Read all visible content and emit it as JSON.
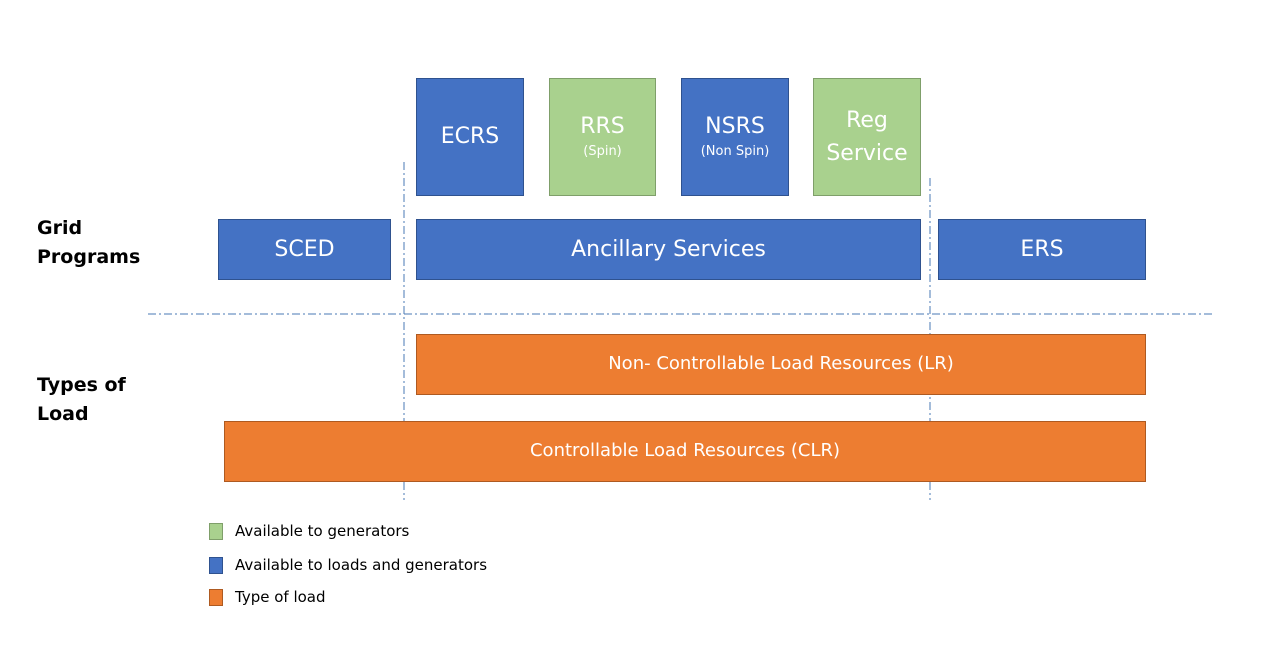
{
  "colors": {
    "blue": "#4472c4",
    "green": "#a9d18e",
    "orange": "#ed7d31",
    "divider": "#4a7ab5"
  },
  "labels": {
    "grid_programs": [
      "Grid",
      "Programs"
    ],
    "types_of_load": [
      "Types of",
      "Load"
    ]
  },
  "services": {
    "ecrs": {
      "name": "ECRS"
    },
    "rrs": {
      "name": "RRS",
      "sub": "(Spin)"
    },
    "nsrs": {
      "name": "NSRS",
      "sub": "(Non Spin)"
    },
    "reg": {
      "line1": "Reg",
      "line2": "Service"
    }
  },
  "programs": {
    "sced": "SCED",
    "ancillary": "Ancillary Services",
    "ers": "ERS"
  },
  "loads": {
    "non_controllable": "Non- Controllable Load Resources (LR)",
    "controllable": "Controllable Load Resources (CLR)"
  },
  "legend": [
    {
      "text": "Available to generators",
      "color": "green"
    },
    {
      "text": "Available to loads and generators",
      "color": "blue"
    },
    {
      "text": "Type of load",
      "color": "orange"
    }
  ]
}
